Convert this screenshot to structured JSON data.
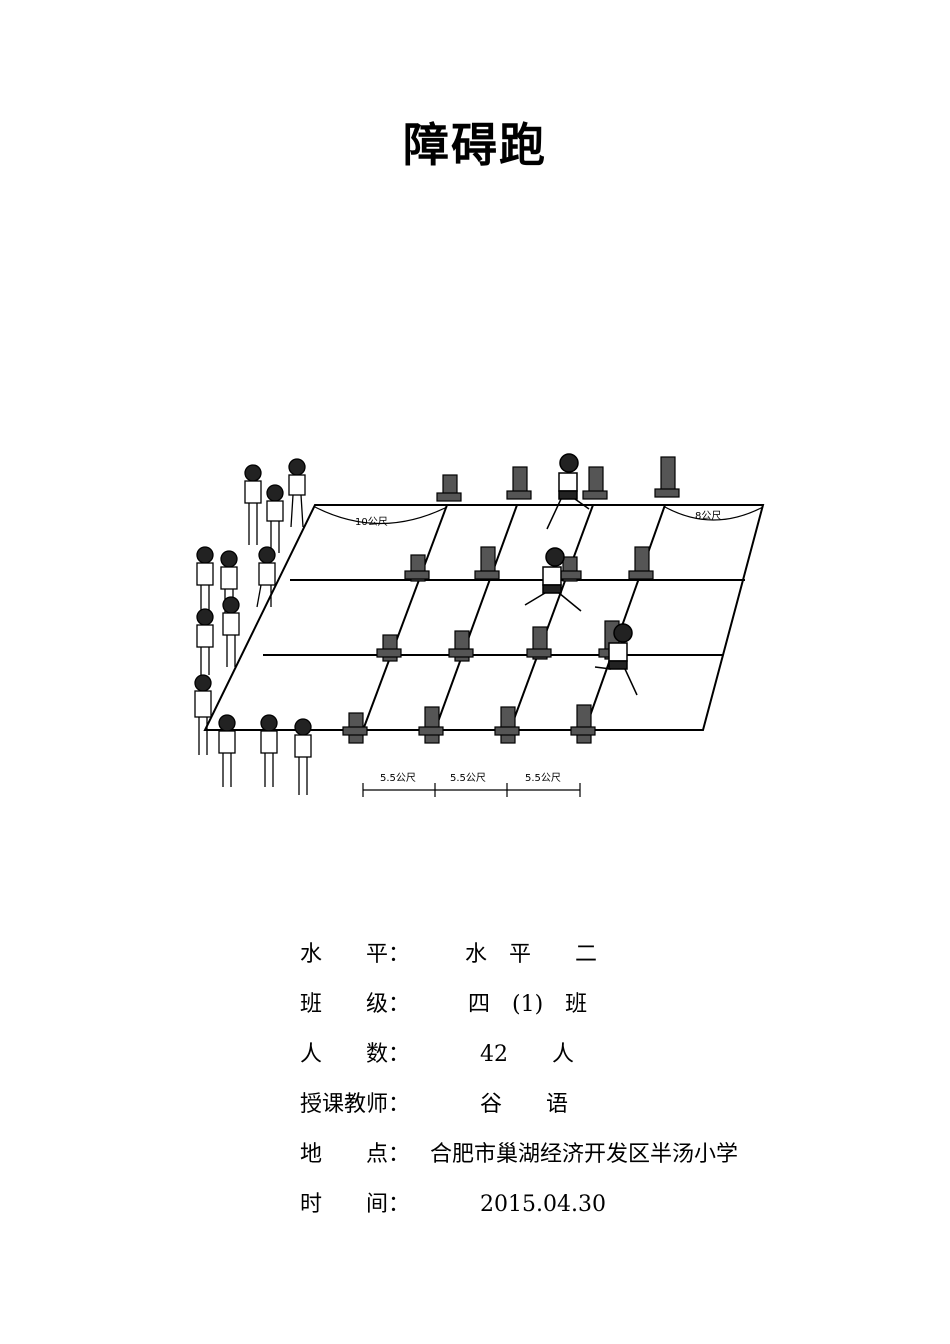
{
  "title": "障碍跑",
  "figure": {
    "labels": {
      "top_left": "10公尺",
      "top_right": "8公尺",
      "bottom_1": "5.5公尺",
      "bottom_2": "5.5公尺",
      "bottom_3": "5.5公尺"
    }
  },
  "info": {
    "level": {
      "label": "水　　平：",
      "value": "水 平  二"
    },
    "class": {
      "label": "班　　级：",
      "value": "四 (1) 班"
    },
    "count": {
      "label": "人　　数：",
      "value": "42  人"
    },
    "teacher": {
      "label": "授课教师：",
      "value": "谷  语"
    },
    "location": {
      "label": "地　　点：",
      "value": "合肥市巢湖经济开发区半汤小学"
    },
    "time": {
      "label": "时　　间：",
      "value": "2015.04.30"
    }
  }
}
